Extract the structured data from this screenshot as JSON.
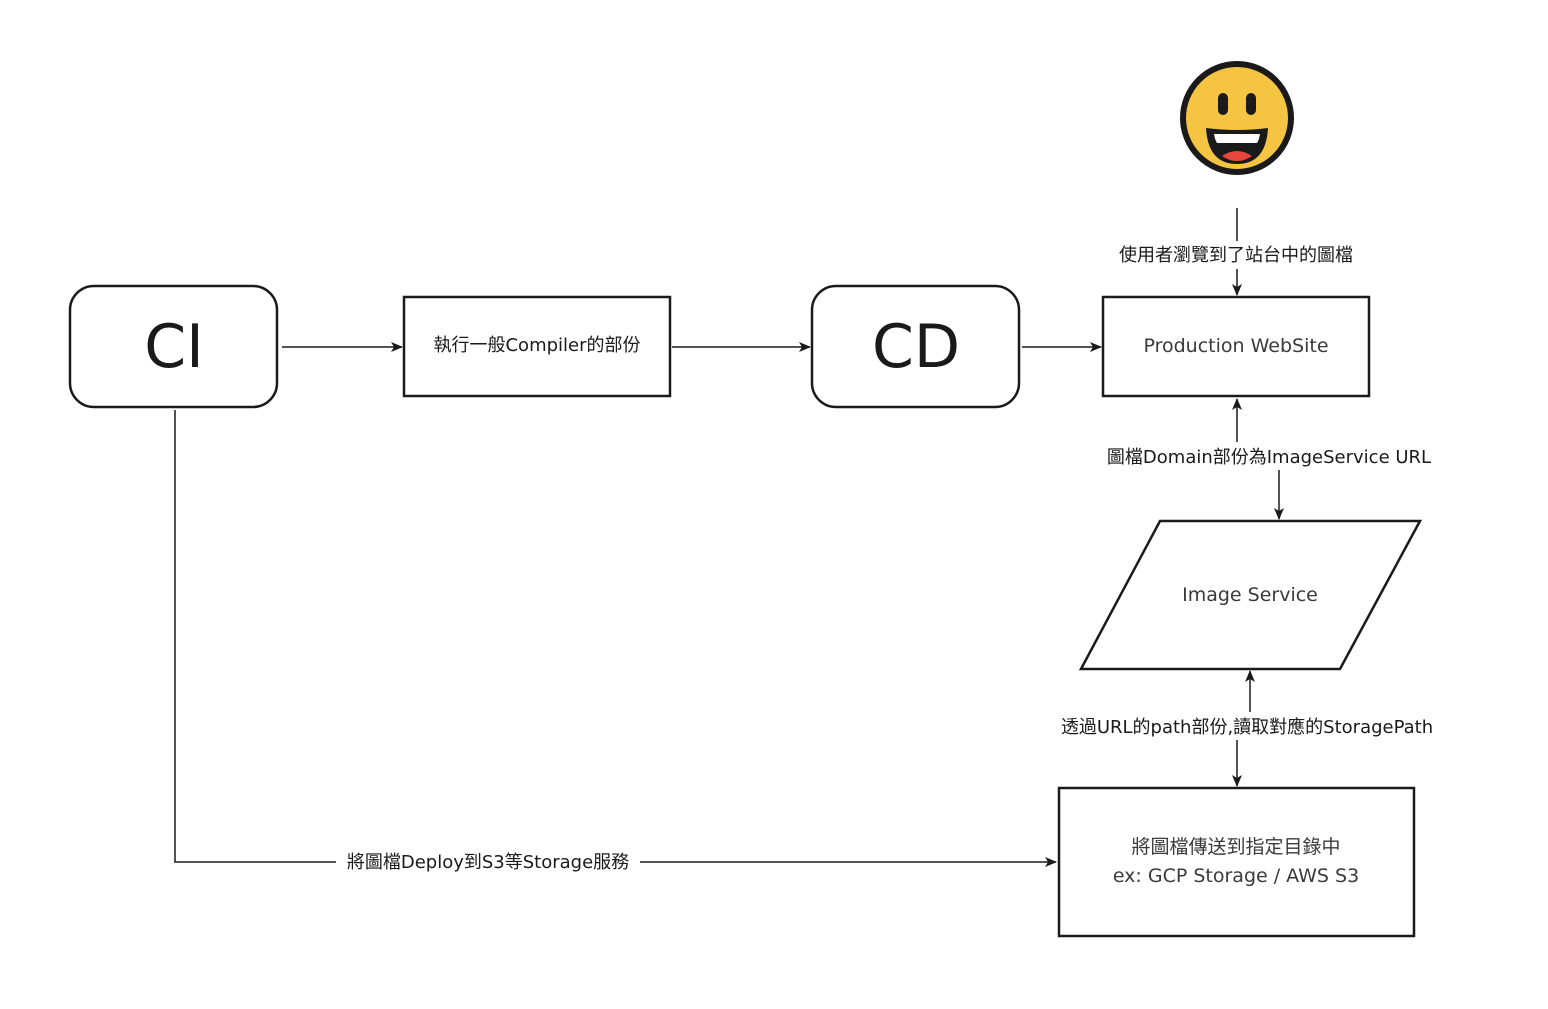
{
  "nodes": {
    "ci": {
      "label": "CI"
    },
    "compile": {
      "label": "執行一般Compiler的部份"
    },
    "cd": {
      "label": "CD"
    },
    "production": {
      "label": "Production WebSite"
    },
    "image_service": {
      "label": "Image Service"
    },
    "storage": {
      "line1": "將圖檔傳送到指定目錄中",
      "line2": "ex: GCP Storage / AWS S3"
    },
    "user": {
      "icon": "smiley-face-icon"
    }
  },
  "edges": {
    "user_to_production": "使用者瀏覽到了站台中的圖檔",
    "production_image_service": "圖檔Domain部份為ImageService URL",
    "image_service_storage": "透過URL的path部份,讀取對應的StoragePath",
    "ci_to_storage": "將圖檔Deploy到S3等Storage服務"
  },
  "colors": {
    "stroke": "#1a1a1a",
    "smiley_face": "#f6c443",
    "smiley_outline": "#1a1a1a",
    "smiley_tongue": "#e8463c"
  }
}
